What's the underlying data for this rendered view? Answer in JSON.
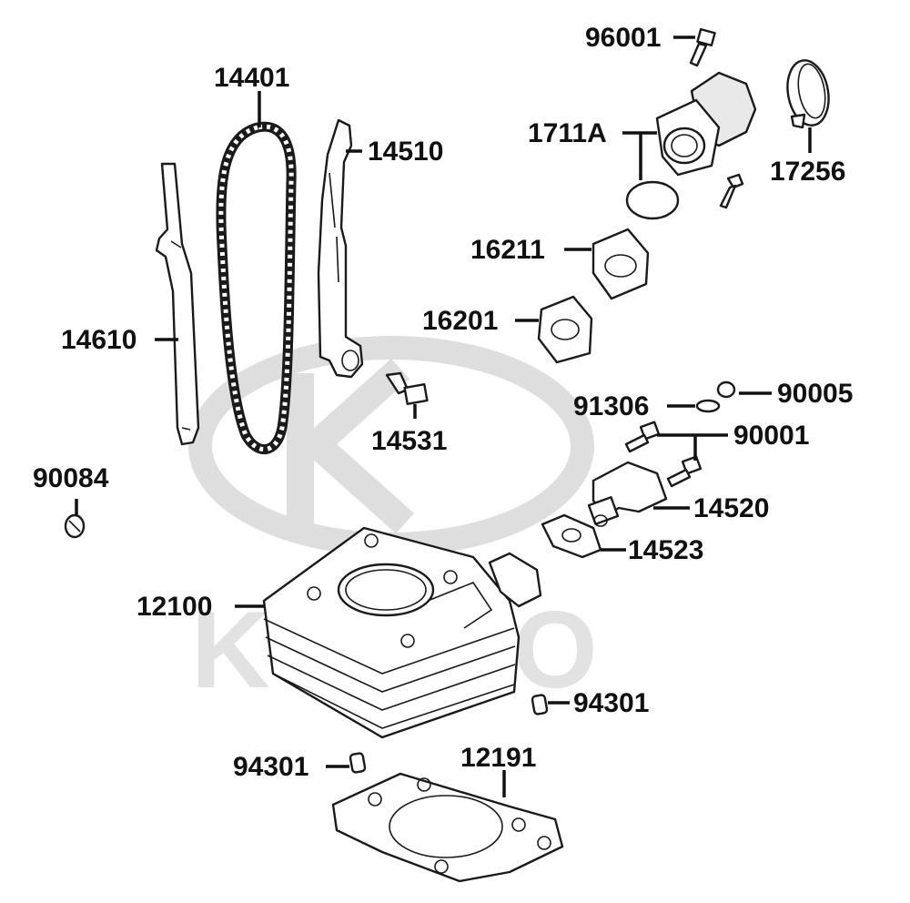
{
  "diagram": {
    "watermark": "KYMCO",
    "colors": {
      "ink": "#111111",
      "watermark": "#dedede",
      "paper": "#ffffff"
    },
    "callouts": [
      {
        "id": "c96001",
        "text": "96001",
        "part": "bolt"
      },
      {
        "id": "c14401",
        "text": "14401",
        "part": "timing-chain"
      },
      {
        "id": "c1711A",
        "text": "1711A",
        "part": "intake-manifold"
      },
      {
        "id": "c14510",
        "text": "14510",
        "part": "chain-tensioner-guide"
      },
      {
        "id": "c17256",
        "text": "17256",
        "part": "hose-clamp"
      },
      {
        "id": "c16211",
        "text": "16211",
        "part": "insulator"
      },
      {
        "id": "c16201",
        "text": "16201",
        "part": "insulator-gasket"
      },
      {
        "id": "c14610",
        "text": "14610",
        "part": "chain-guide"
      },
      {
        "id": "c91306",
        "text": "91306",
        "part": "o-ring"
      },
      {
        "id": "c90005",
        "text": "90005",
        "part": "bolt"
      },
      {
        "id": "c14531",
        "text": "14531",
        "part": "tensioner-bolt"
      },
      {
        "id": "c90001",
        "text": "90001",
        "part": "bolt"
      },
      {
        "id": "c90084",
        "text": "90084",
        "part": "plug"
      },
      {
        "id": "c14520",
        "text": "14520",
        "part": "chain-tensioner"
      },
      {
        "id": "c14523",
        "text": "14523",
        "part": "tensioner-gasket"
      },
      {
        "id": "c12100",
        "text": "12100",
        "part": "cylinder"
      },
      {
        "id": "c94301a",
        "text": "94301",
        "part": "dowel-pin"
      },
      {
        "id": "c94301b",
        "text": "94301",
        "part": "dowel-pin"
      },
      {
        "id": "c12191",
        "text": "12191",
        "part": "cylinder-gasket"
      }
    ]
  }
}
